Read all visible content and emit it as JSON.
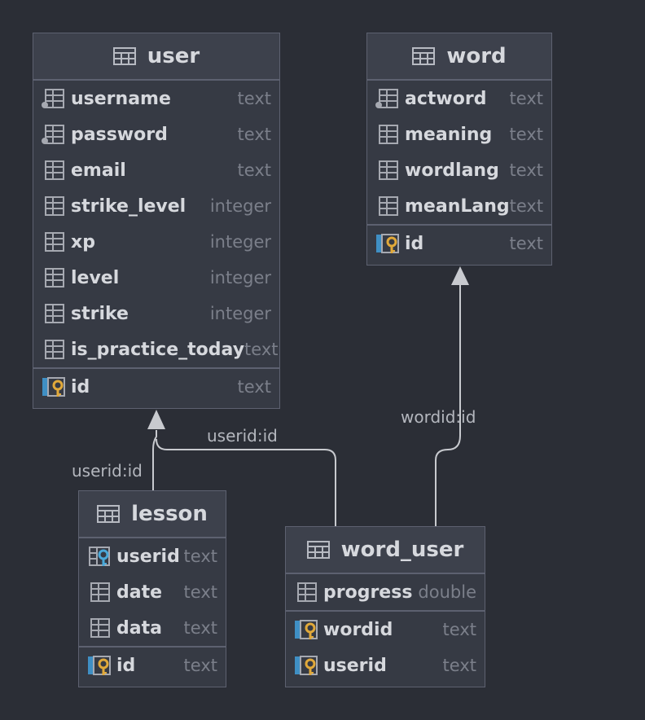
{
  "tables": {
    "user": {
      "title": "user",
      "columns": [
        {
          "name": "username",
          "type": "text"
        },
        {
          "name": "password",
          "type": "text"
        },
        {
          "name": "email",
          "type": "text"
        },
        {
          "name": "strike_level",
          "type": "integer"
        },
        {
          "name": "xp",
          "type": "integer"
        },
        {
          "name": "level",
          "type": "integer"
        },
        {
          "name": "strike",
          "type": "integer"
        },
        {
          "name": "is_practice_today",
          "type": "text"
        }
      ],
      "keys": [
        {
          "name": "id",
          "type": "text"
        }
      ]
    },
    "word": {
      "title": "word",
      "columns": [
        {
          "name": "actword",
          "type": "text"
        },
        {
          "name": "meaning",
          "type": "text"
        },
        {
          "name": "wordlang",
          "type": "text"
        },
        {
          "name": "meanLang",
          "type": "text"
        }
      ],
      "keys": [
        {
          "name": "id",
          "type": "text"
        }
      ]
    },
    "lesson": {
      "title": "lesson",
      "columns": [
        {
          "name": "userid",
          "type": "text"
        },
        {
          "name": "date",
          "type": "text"
        },
        {
          "name": "data",
          "type": "text"
        }
      ],
      "keys": [
        {
          "name": "id",
          "type": "text"
        }
      ]
    },
    "word_user": {
      "title": "word_user",
      "columns": [
        {
          "name": "progress",
          "type": "double"
        }
      ],
      "keys": [
        {
          "name": "wordid",
          "type": "text"
        },
        {
          "name": "userid",
          "type": "text"
        }
      ]
    }
  },
  "relations": {
    "lesson_user": "userid:id",
    "word_user_user": "userid:id",
    "word_user_word": "wordid:id"
  },
  "colors": {
    "background": "#2b2e36",
    "table_body": "#363a44",
    "table_header": "#3d414c",
    "border": "#5d6170",
    "text": "#d6d8dd",
    "type_text": "#7b7f8a",
    "key_gold": "#e1a93a",
    "foreign_key_blue": "#4aa8d8",
    "line": "#c8cacf"
  }
}
